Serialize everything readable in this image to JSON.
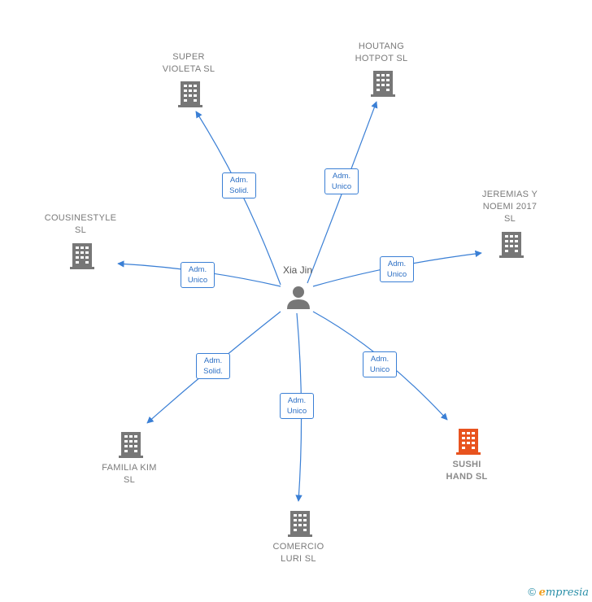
{
  "center": {
    "name": "Xia Jin",
    "icon": "person-icon"
  },
  "companies": [
    {
      "id": "super-violeta",
      "label": "SUPER\nVIOLETA  SL",
      "color": "#777777",
      "icon": "building-icon"
    },
    {
      "id": "houtang",
      "label": "HOUTANG\nHOTPOT  SL",
      "color": "#777777",
      "icon": "building-icon"
    },
    {
      "id": "jeremias",
      "label": "JEREMIAS Y\nNOEMI 2017\nSL",
      "color": "#777777",
      "icon": "building-icon"
    },
    {
      "id": "cousinestyle",
      "label": "COUSINESTYLE\nSL",
      "color": "#777777",
      "icon": "building-icon"
    },
    {
      "id": "sushi-hand",
      "label": "SUSHI\nHAND  SL",
      "color": "#e8531f",
      "icon": "building-icon"
    },
    {
      "id": "familia-kim",
      "label": "FAMILIA KIM\nSL",
      "color": "#777777",
      "icon": "building-icon"
    },
    {
      "id": "comercio-luri",
      "label": "COMERCIO\nLURI  SL",
      "color": "#777777",
      "icon": "building-icon"
    }
  ],
  "relations": [
    {
      "to": "super-violeta",
      "label": "Adm.\nSolid."
    },
    {
      "to": "houtang",
      "label": "Adm.\nUnico"
    },
    {
      "to": "jeremias",
      "label": "Adm.\nUnico"
    },
    {
      "to": "cousinestyle",
      "label": "Adm.\nUnico"
    },
    {
      "to": "sushi-hand",
      "label": "Adm.\nUnico"
    },
    {
      "to": "familia-kim",
      "label": "Adm.\nSolid."
    },
    {
      "to": "comercio-luri",
      "label": "Adm.\nUnico"
    }
  ],
  "footer": {
    "copyright": "©",
    "brand_e": "e",
    "brand_rest": "mpresia"
  },
  "colors": {
    "edge": "#3a7fd5",
    "building": "#777777",
    "highlight": "#e8531f"
  }
}
